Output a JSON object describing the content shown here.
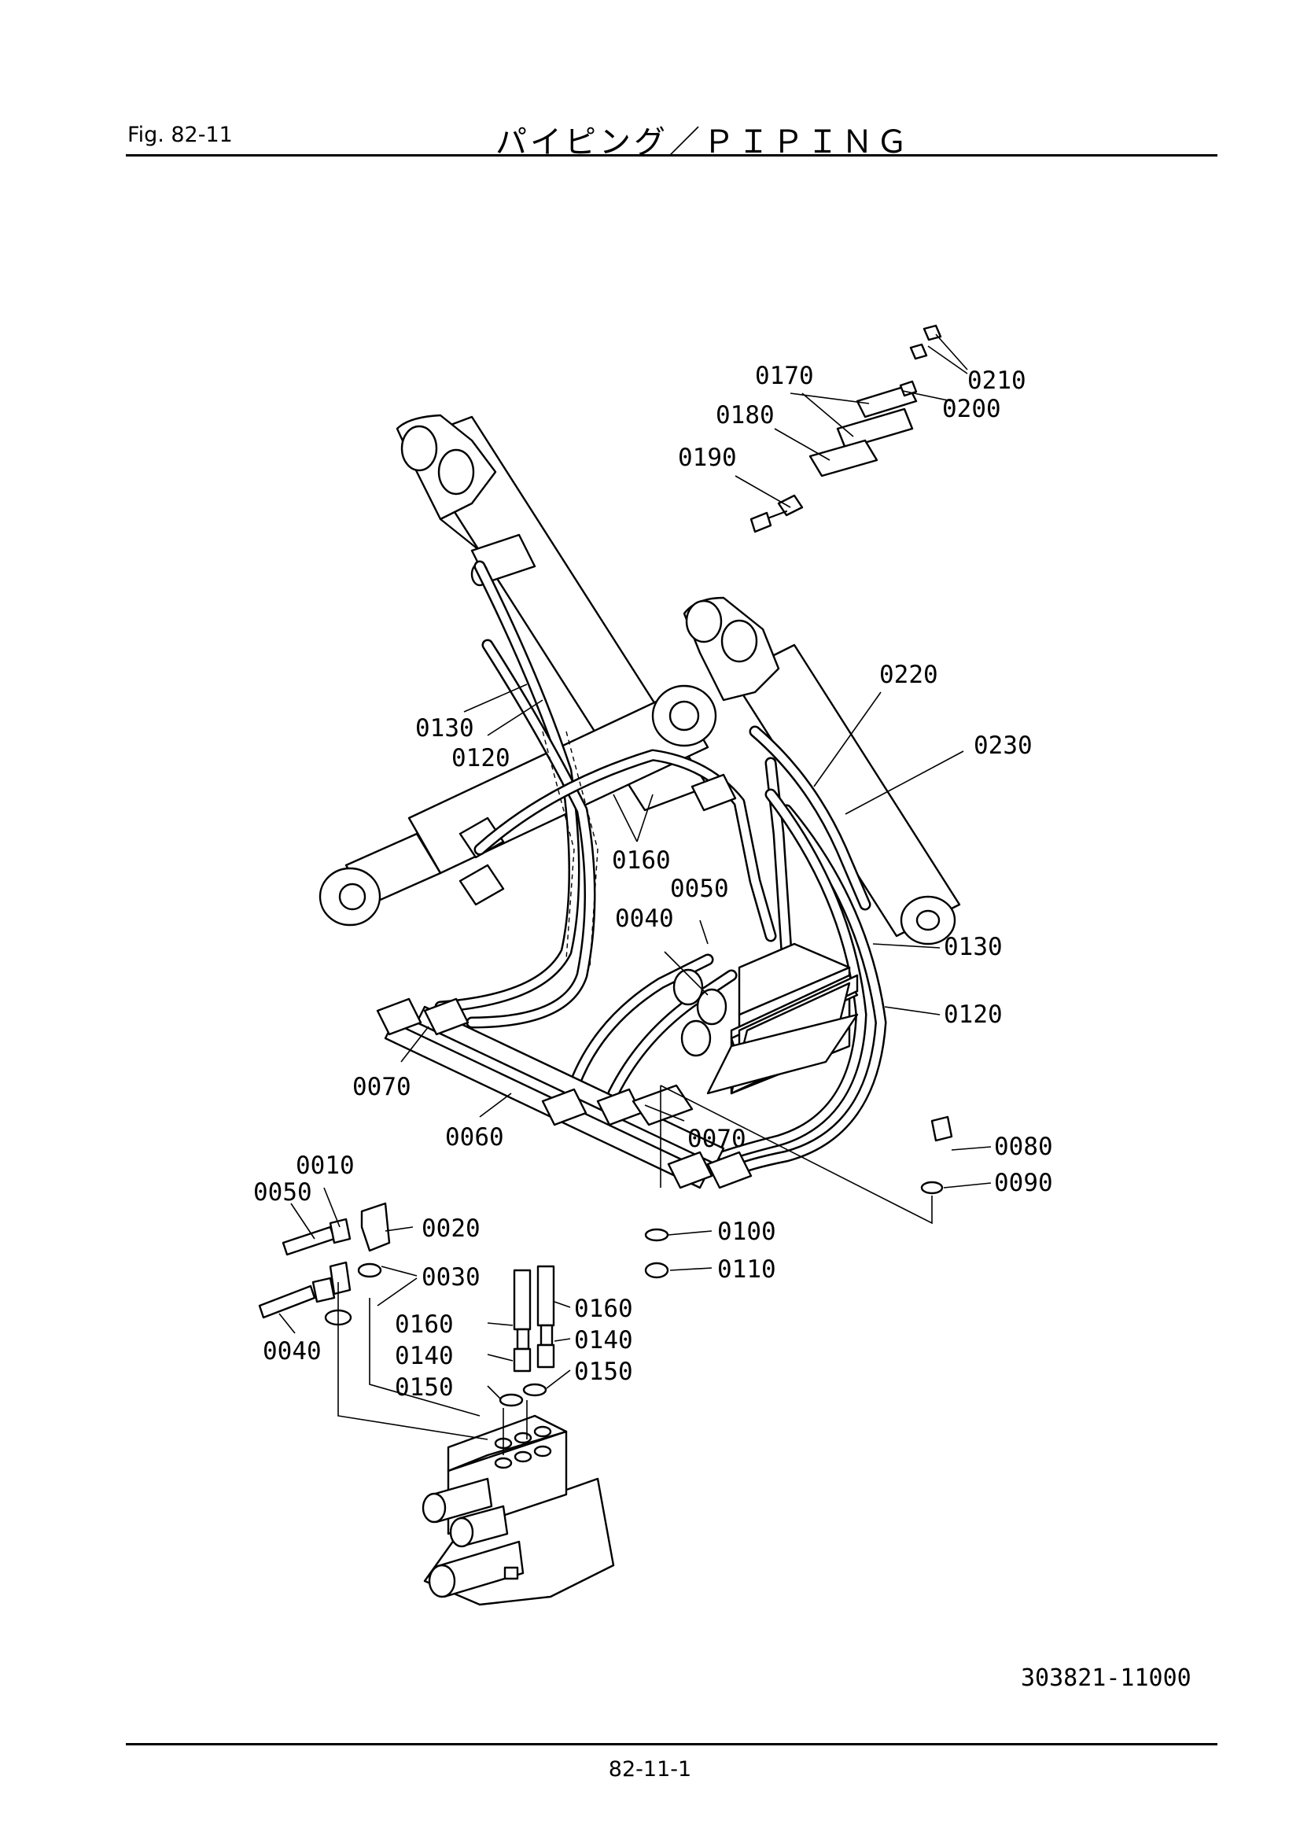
{
  "header": {
    "fig_label": "Fig.  82-11",
    "title": "パイピング／ＰＩＰＩＮＧ"
  },
  "diagram": {
    "callouts": [
      "0010",
      "0020",
      "0030",
      "0040",
      "0050",
      "0060",
      "0070",
      "0080",
      "0090",
      "0100",
      "0110",
      "0120",
      "0130",
      "0140",
      "0150",
      "0160",
      "0170",
      "0180",
      "0190",
      "0200",
      "0210",
      "0220",
      "0230"
    ],
    "labels": {
      "c0170": "0170",
      "c0180": "0180",
      "c0190": "0190",
      "c0200": "0200",
      "c0210": "0210",
      "c0220": "0220",
      "c0230": "0230",
      "c0130a": "0130",
      "c0120a": "0120",
      "c0160a": "0160",
      "c0050a": "0050",
      "c0040a": "0040",
      "c0130b": "0130",
      "c0120b": "0120",
      "c0070a": "0070",
      "c0060": "0060",
      "c0070b": "0070",
      "c0080": "0080",
      "c0090": "0090",
      "c0100": "0100",
      "c0110": "0110",
      "c0010": "0010",
      "c0050b": "0050",
      "c0020": "0020",
      "c0030": "0030",
      "c0040b": "0040",
      "c0160b": "0160",
      "c0160c": "0160",
      "c0140a": "0140",
      "c0140b": "0140",
      "c0150a": "0150",
      "c0150b": "0150"
    }
  },
  "drawing_number": "303821-11000",
  "page_number": "82-11-1"
}
